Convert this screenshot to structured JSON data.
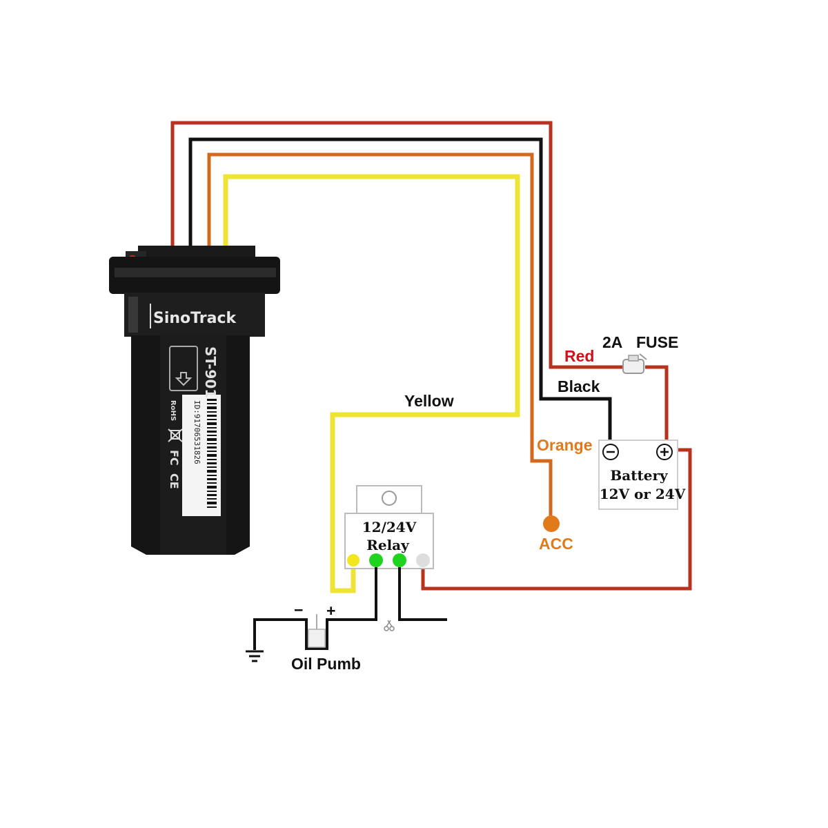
{
  "device": {
    "brand": "SinoTrack",
    "model": "ST-901",
    "id_text": "ID:91706531826",
    "cert_marks": [
      "RoHS",
      "CE",
      "FC"
    ]
  },
  "wires": {
    "red": "Red",
    "black": "Black",
    "orange": "Orange",
    "yellow": "Yellow"
  },
  "fuse": {
    "rating": "2A",
    "label": "FUSE"
  },
  "battery": {
    "line1": "Battery",
    "line2": "12V or 24V",
    "minus": "−",
    "plus": "+"
  },
  "acc": {
    "label": "ACC"
  },
  "relay": {
    "line1": "12/24V",
    "line2": "Relay"
  },
  "pump": {
    "label": "Oil Pumb",
    "minus": "−",
    "plus": "+"
  },
  "colors": {
    "red_wire": "#b83220",
    "black_wire": "#111111",
    "orange_wire": "#d2691e",
    "yellow_wire": "#efe433",
    "red_label": "#d0101c",
    "orange_label": "#e07a1a",
    "pin_yellow": "#f2e61e",
    "pin_green": "#1fd31f",
    "pin_gray": "#dddddd"
  }
}
